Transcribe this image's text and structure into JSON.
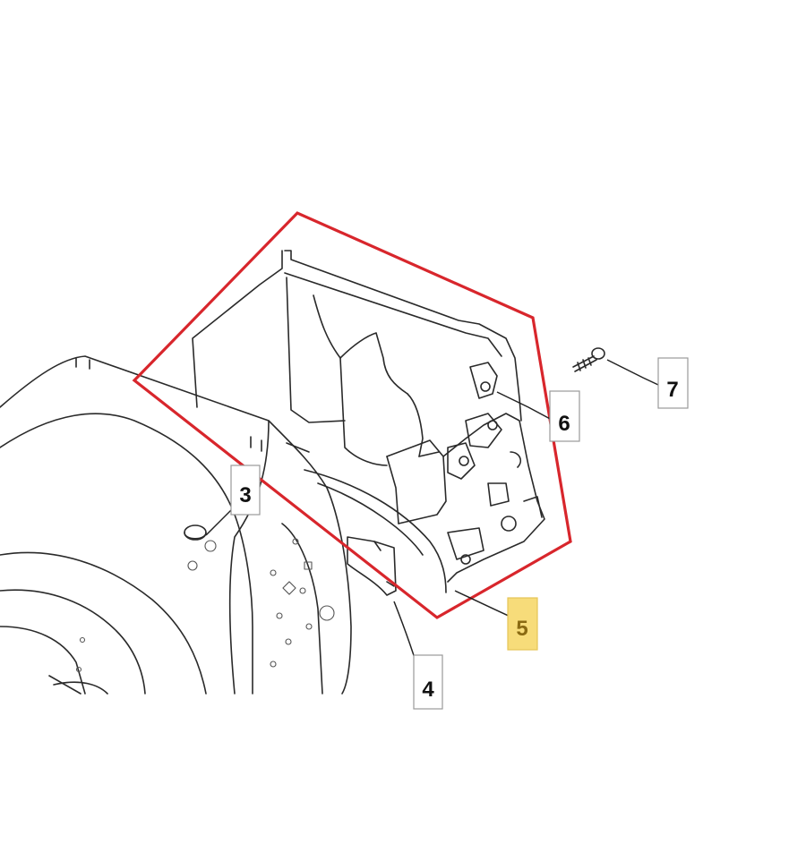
{
  "diagram": {
    "callouts": [
      {
        "id": "3",
        "label": "3",
        "highlighted": false
      },
      {
        "id": "4",
        "label": "4",
        "highlighted": false
      },
      {
        "id": "5",
        "label": "5",
        "highlighted": true
      },
      {
        "id": "6",
        "label": "6",
        "highlighted": false
      },
      {
        "id": "7",
        "label": "7",
        "highlighted": false
      }
    ],
    "highlight_outline_color": "#d8262c",
    "highlight_callout_color": "#f7dc7a"
  }
}
